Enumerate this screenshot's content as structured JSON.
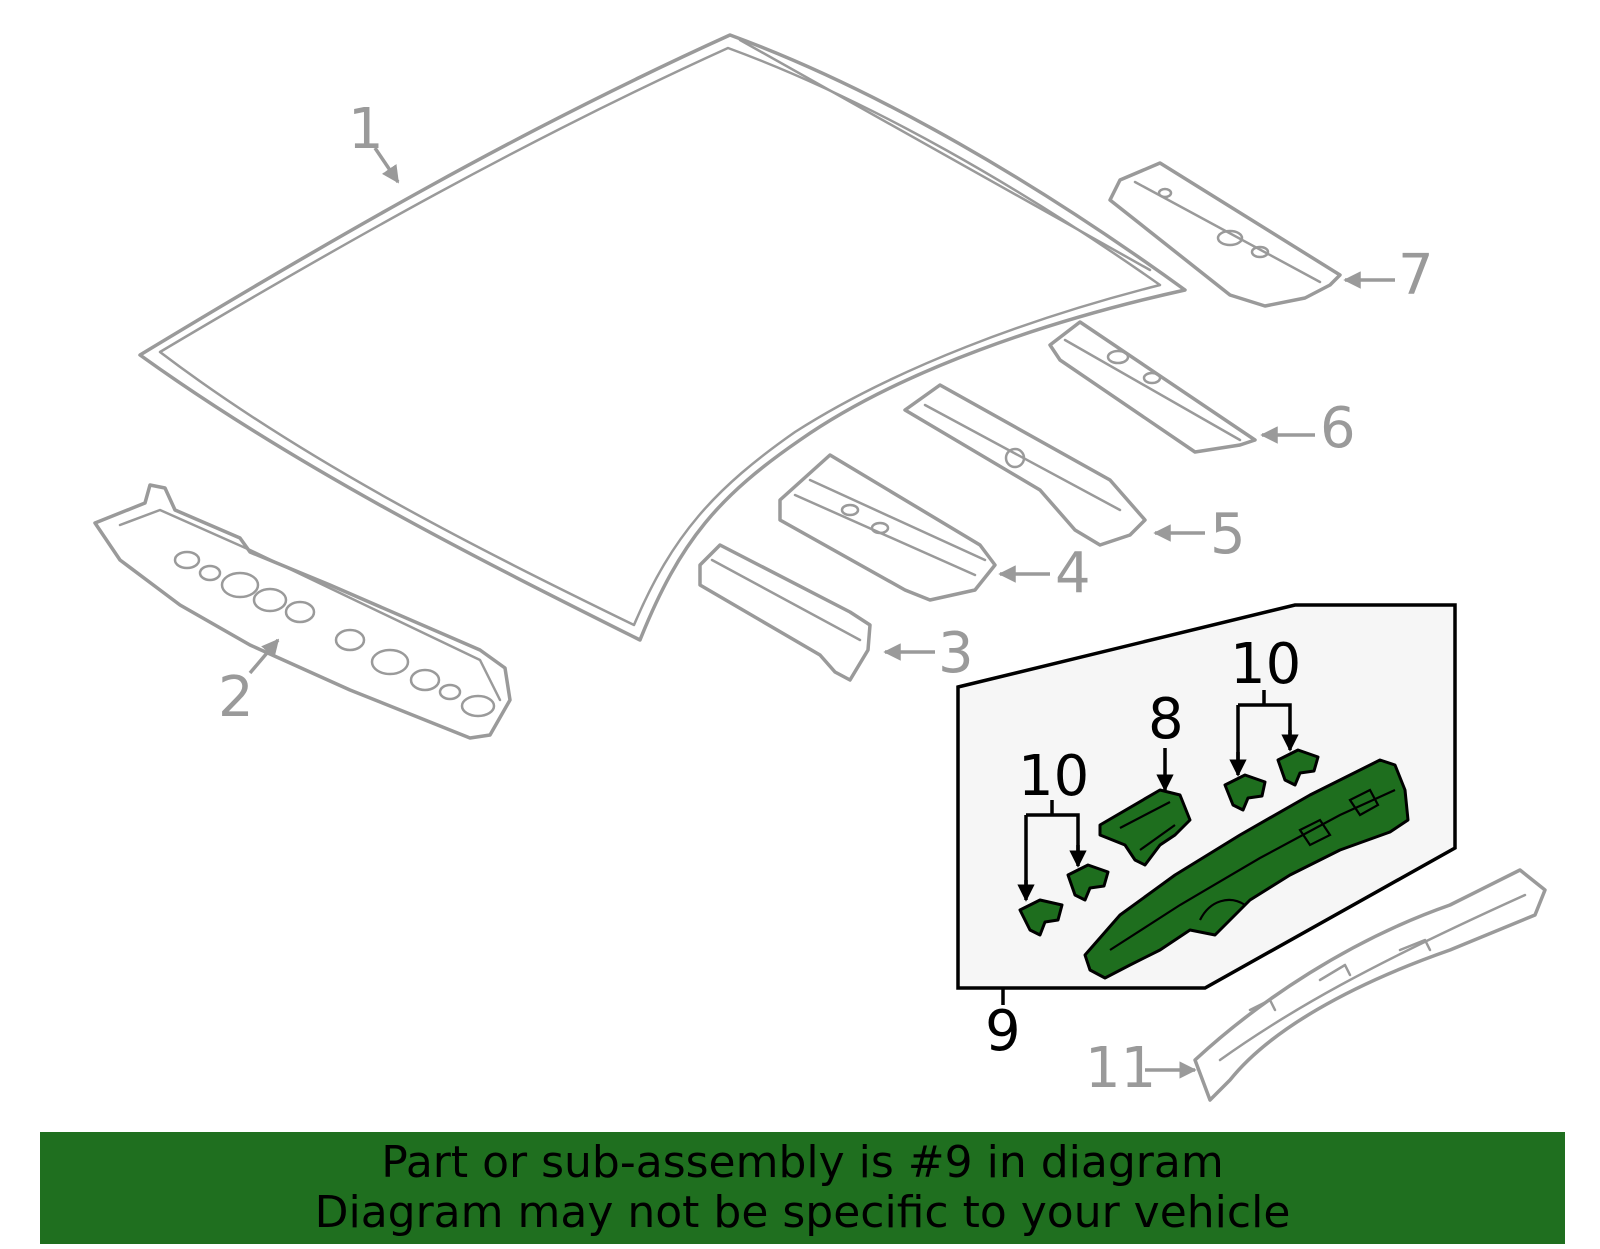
{
  "callouts": {
    "c1": "1",
    "c2": "2",
    "c3": "3",
    "c4": "4",
    "c5": "5",
    "c6": "6",
    "c7": "7",
    "c8": "8",
    "c9": "9",
    "c10a": "10",
    "c10b": "10",
    "c11": "11"
  },
  "banner": {
    "line1": "Part or sub-assembly is #9 in diagram",
    "line2": "Diagram may not be specific to your vehicle"
  },
  "colors": {
    "highlight_part": "#1e6e1e",
    "banner_background": "#1f6f1f",
    "line_grey": "#9a9a9a",
    "text_black": "#000000"
  }
}
